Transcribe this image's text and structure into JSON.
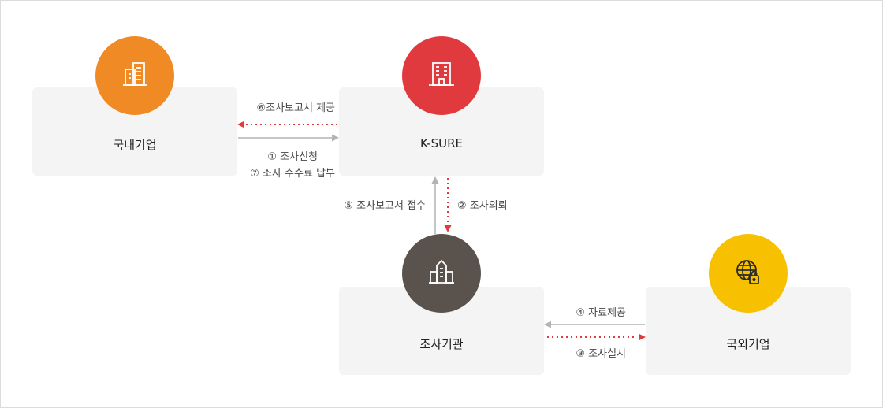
{
  "nodes": {
    "domestic": {
      "label": "국내기업",
      "icon": "office-buildings-icon",
      "color": "#f08a24"
    },
    "ksure": {
      "label": "K-SURE",
      "icon": "office-tower-icon",
      "color": "#e03a3e"
    },
    "agency": {
      "label": "조사기관",
      "icon": "tower-building-icon",
      "color": "#5a524d"
    },
    "foreign": {
      "label": "국외기업",
      "icon": "globe-lock-icon",
      "color": "#f7c000"
    }
  },
  "flows": {
    "step1": "① 조사신청",
    "step2": "② 조사의뢰",
    "step3": "③ 조사실시",
    "step4": "④ 자료제공",
    "step5": "⑤ 조사보고서 접수",
    "step6": "⑥조사보고서 제공",
    "step7": "⑦ 조사 수수료 납부"
  },
  "colors": {
    "box_bg": "#f4f4f4",
    "solid_arrow": "#b3b3b3",
    "dotted_arrow": "#e03a3e"
  }
}
